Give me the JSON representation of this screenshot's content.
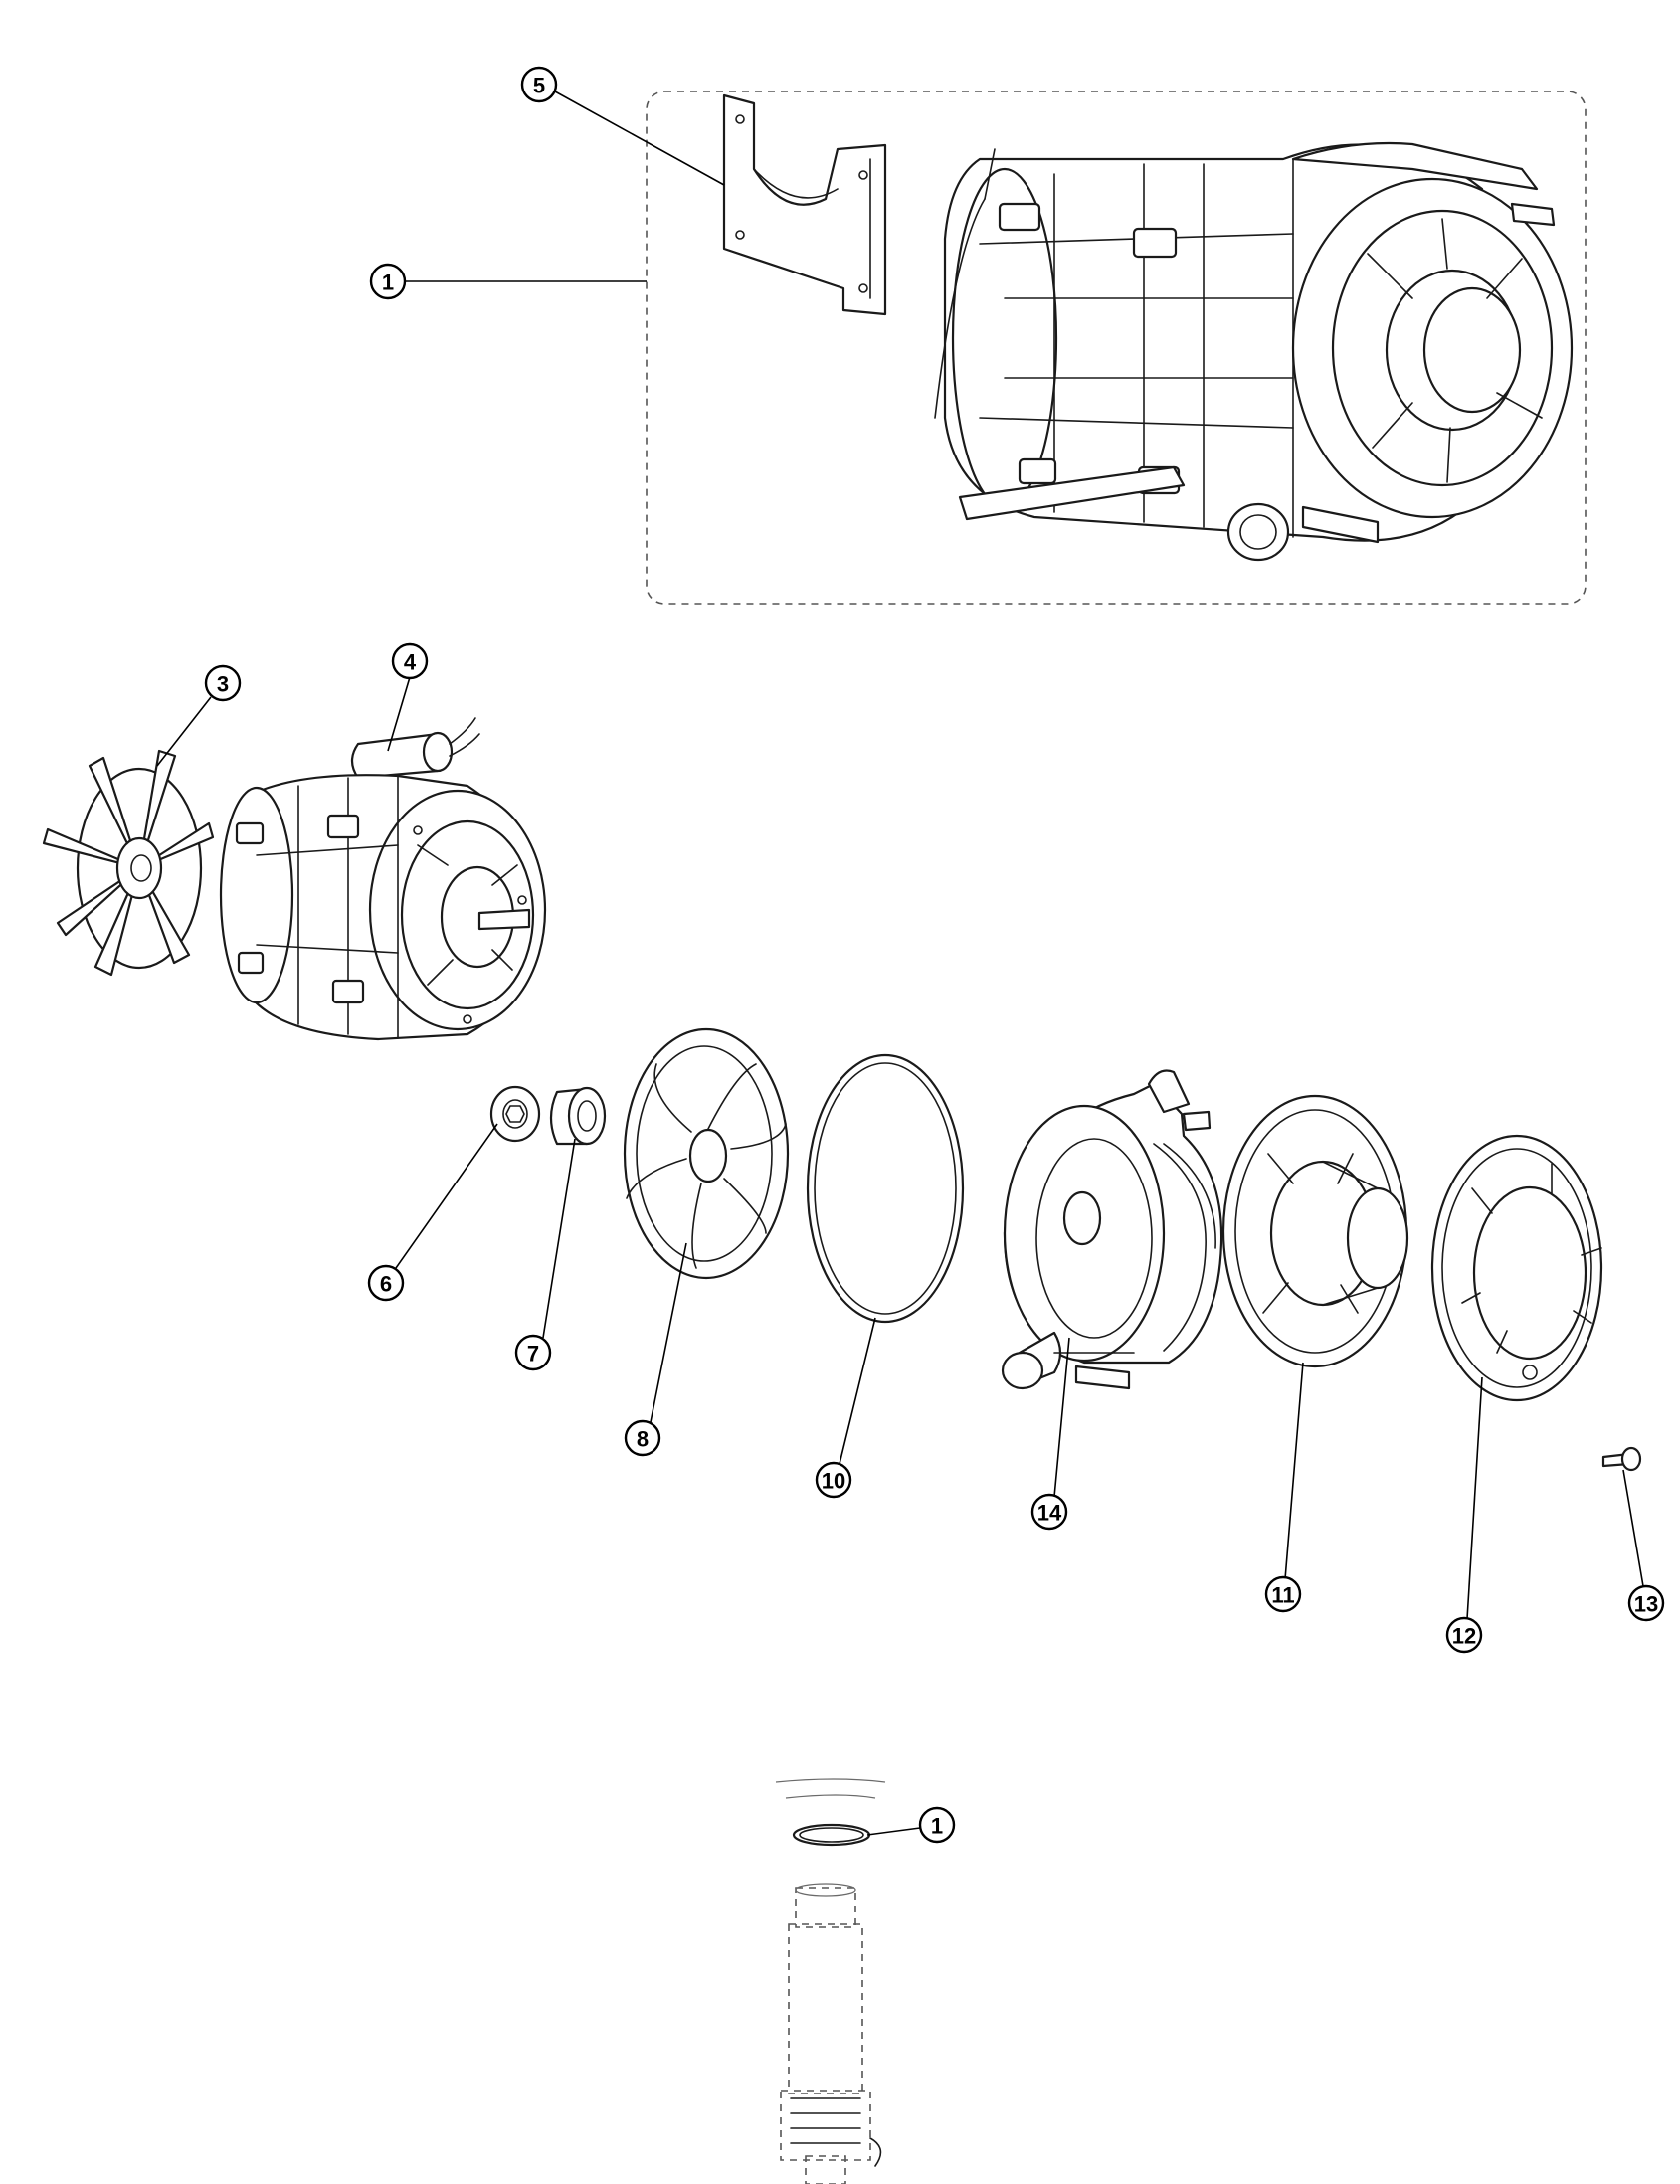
{
  "callouts": [
    {
      "id": "c5",
      "label": "5"
    },
    {
      "id": "c1",
      "label": "1"
    },
    {
      "id": "c3",
      "label": "3"
    },
    {
      "id": "c4",
      "label": "4"
    },
    {
      "id": "c6",
      "label": "6"
    },
    {
      "id": "c7",
      "label": "7"
    },
    {
      "id": "c8",
      "label": "8"
    },
    {
      "id": "c10",
      "label": "10"
    },
    {
      "id": "c14",
      "label": "14"
    },
    {
      "id": "c11",
      "label": "11"
    },
    {
      "id": "c12",
      "label": "12"
    },
    {
      "id": "c13",
      "label": "13"
    },
    {
      "id": "c1b",
      "label": "1"
    }
  ],
  "colors": {
    "line": "#1a1a1a",
    "background": "#ffffff",
    "assembly_box": "#555555"
  }
}
